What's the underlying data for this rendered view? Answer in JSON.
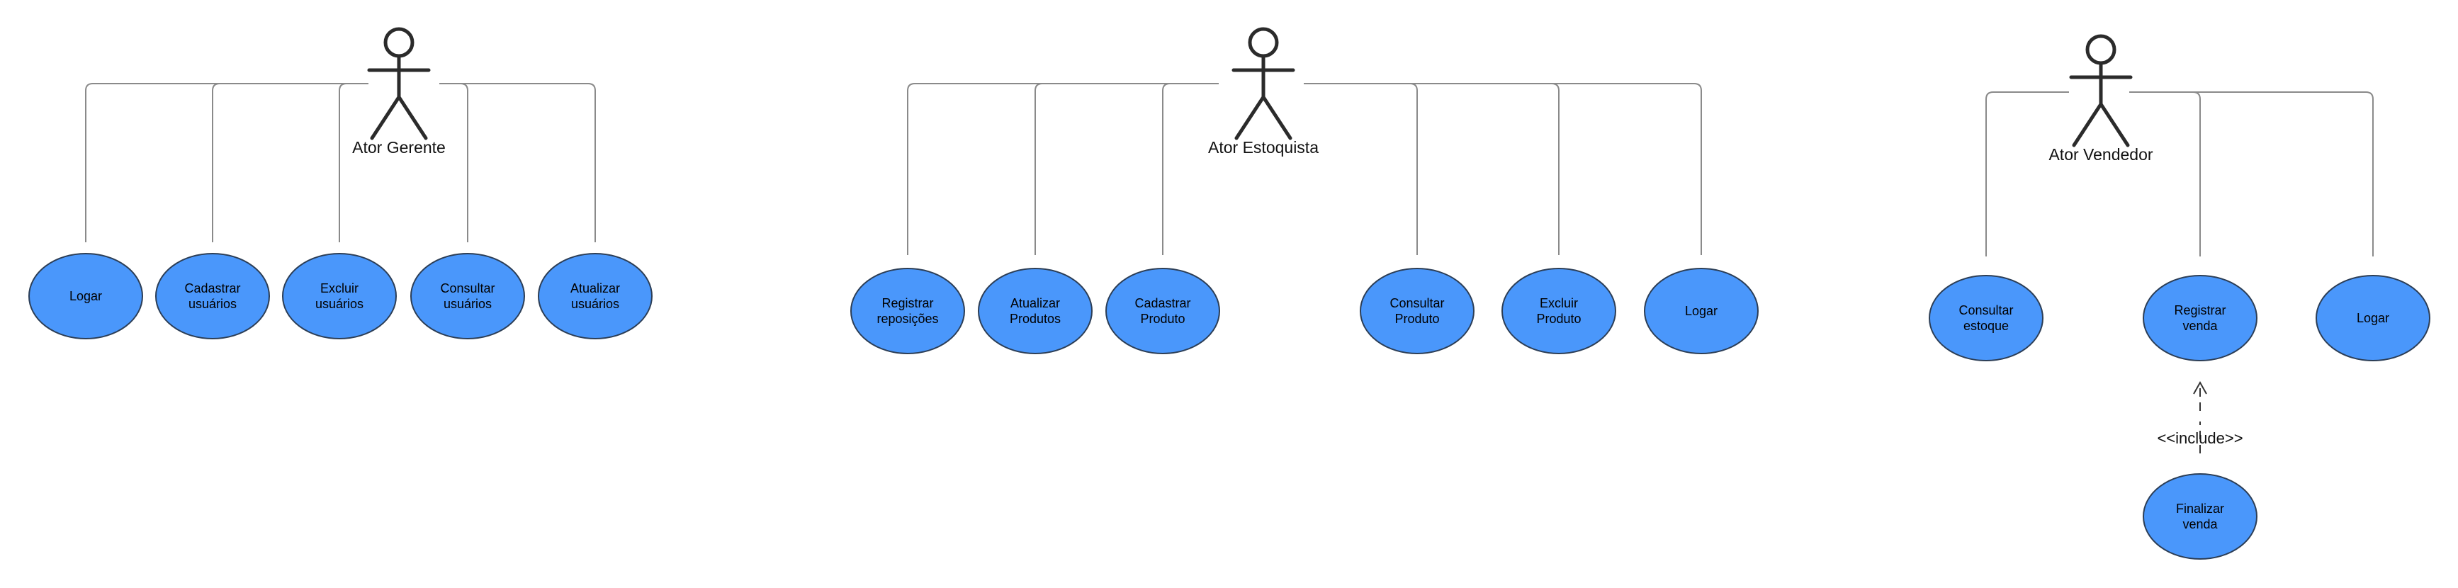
{
  "colors": {
    "usecase_fill": "#4a97fb",
    "usecase_stroke": "#2c3e56",
    "connector": "#8a8a8a",
    "actor": "#2b2b2b"
  },
  "diagram": {
    "actors": [
      {
        "name": "Ator Gerente",
        "use_cases": [
          "Logar",
          "Cadastrar usuários",
          "Excluir usuários",
          "Consultar usuários",
          "Atualizar usuários"
        ]
      },
      {
        "name": "Ator Estoquista",
        "use_cases": [
          "Registrar reposições",
          "Atualizar Produtos",
          "Cadastrar Produto",
          "Consultar Produto",
          "Excluir Produto",
          "Logar"
        ]
      },
      {
        "name": "Ator Vendedor",
        "use_cases": [
          "Consultar estoque",
          "Registrar venda",
          "Logar"
        ]
      }
    ],
    "include": {
      "label": "<<include>>",
      "from": "Finalizar venda",
      "to": "Registrar venda"
    },
    "extra_use_cases": [
      "Finalizar venda"
    ]
  }
}
